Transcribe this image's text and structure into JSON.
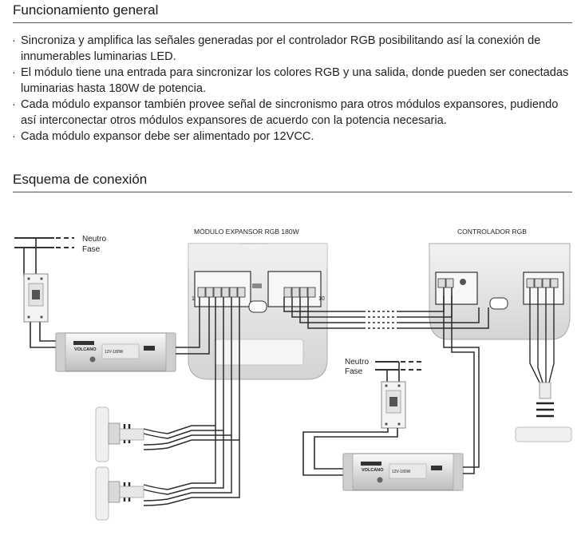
{
  "section1": {
    "title": "Funcionamiento general",
    "bullets": [
      "Sincroniza y amplifica las señales generadas por el controlador RGB posibilitando así la conexión de innumerables luminarias LED.",
      "El módulo tiene una entrada para sincronizar los colores RGB y una salida, donde pueden ser conectadas luminarias hasta 180W de potencia.",
      "Cada módulo expansor también provee señal de sincronismo para otros módulos expansores, pudiendo así interconectar otros módulos expansores de acuerdo con la potencia necesaria.",
      "Cada módulo expansor debe ser alimentado por 12VCC."
    ]
  },
  "section2": {
    "title": "Esquema de conexión"
  },
  "diagram": {
    "expander_label": "MÓDULO EXPANSOR RGB 180W",
    "controller_label": "CONTROLADOR RGB",
    "neutro_label": "Neutro",
    "fase_label": "Fase",
    "terminal_left_number": "1",
    "terminal_right_number": "10",
    "power_supply_brand": "VOLCANO",
    "power_supply_model": "12V-180W",
    "colors": {
      "wire": "#2b2b2b",
      "housing": "#e6e6e6",
      "housing_shadow": "#bdbdbd"
    }
  }
}
